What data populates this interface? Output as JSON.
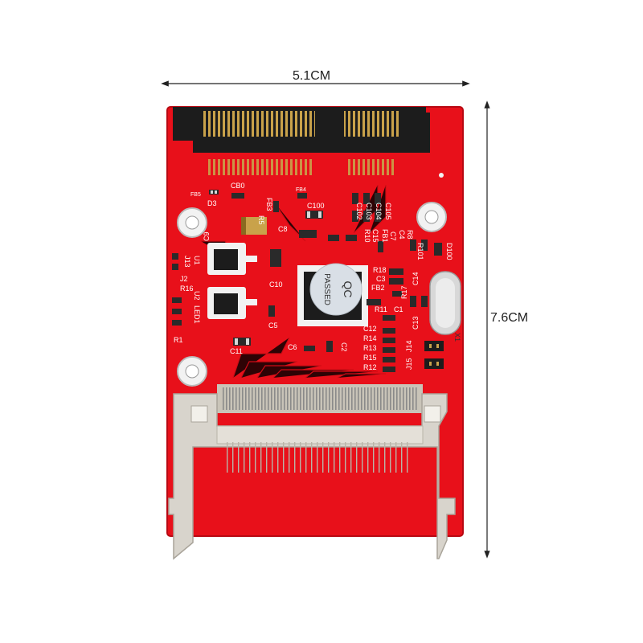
{
  "dimensions": {
    "width_label": "5.1CM",
    "height_label": "7.6CM"
  },
  "board": {
    "qc_sticker": {
      "line1": "QC",
      "line2": "PASSED"
    },
    "silkscreen": {
      "cb0": "CB0",
      "fb5": "FB5",
      "d3": "D3",
      "fb4": "FB4",
      "r5": "R5",
      "fb3": "FB3",
      "c100": "C100",
      "c9": "C9",
      "c8": "C8",
      "u1": "U1",
      "j13": "J13",
      "j2": "J2",
      "r16": "R16",
      "u2": "U2",
      "led1": "LED1",
      "r1": "R1",
      "c10": "C10",
      "c5": "C5",
      "c11": "C11",
      "c6": "C6",
      "c2": "C2",
      "c102": "C102",
      "c103": "C103",
      "c104": "C104",
      "c105": "C105",
      "r10": "R10",
      "c15": "C15",
      "fb1": "FB1",
      "c7": "C7",
      "c4": "C4",
      "r8": "R8",
      "r101": "R101",
      "d100": "D100",
      "r18": "R18",
      "c3": "C3",
      "fb2": "FB2",
      "r17": "R17",
      "c14": "C14",
      "c13": "C13",
      "r11": "R11",
      "c1": "C1",
      "c12": "C12",
      "r14": "R14",
      "r13": "R13",
      "r15": "R15",
      "r12": "R12",
      "j15": "J15",
      "j14": "J14",
      "x1": "X1"
    }
  },
  "colors": {
    "pcb": "#e8101a",
    "pcb_dark": "#b80812",
    "connector_black": "#1c1c1c",
    "gold": "#c9a24a",
    "cf_slot_gray": "#d8d4cc",
    "sticker": "#d9dfe6"
  }
}
